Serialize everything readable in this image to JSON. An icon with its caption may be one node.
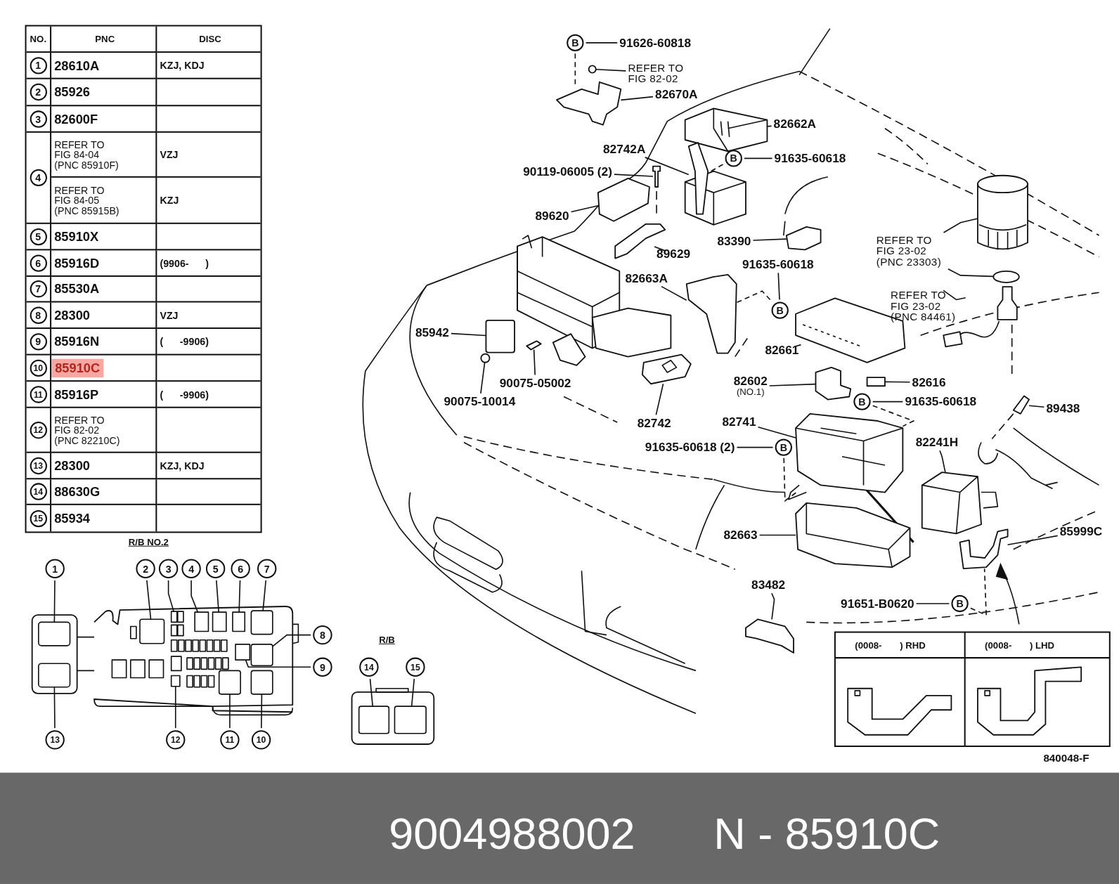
{
  "diagram": {
    "nodes": [
      {
        "text": [
          "B"
        ]
      },
      {
        "text": [
          "91626-60818"
        ]
      },
      {
        "text": [
          "REFER TO FIG 82-02"
        ]
      },
      {
        "text": [
          "82670A"
        ]
      },
      {
        "text": [
          "82662A"
        ]
      },
      {
        "text": [
          "82742A"
        ]
      },
      {
        "text": [
          "B"
        ]
      },
      {
        "text": [
          "91635-60618"
        ]
      },
      {
        "text": [
          "90119-06005 (2)"
        ]
      },
      {
        "text": [
          "89620"
        ]
      },
      {
        "text": [
          "89629"
        ]
      },
      {
        "text": [
          "83390"
        ]
      },
      {
        "text": [
          "REFER TO FIG 23-02 (PNC 23303)"
        ]
      },
      {
        "text": [
          "91635-60618"
        ]
      },
      {
        "text": [
          "B"
        ]
      },
      {
        "text": [
          "82663A"
        ]
      },
      {
        "text": [
          "REFER TO FIG 23-02 (PNC 84461)"
        ]
      },
      {
        "text": [
          "85942"
        ]
      },
      {
        "text": [
          "82661"
        ]
      },
      {
        "text": [
          "90075-05002"
        ]
      },
      {
        "text": [
          "90075-10014"
        ]
      },
      {
        "text": [
          "82742"
        ]
      },
      {
        "text": [
          "82602",
          "(NO.1)"
        ]
      },
      {
        "text": [
          "82616"
        ]
      },
      {
        "text": [
          "B"
        ]
      },
      {
        "text": [
          "91635-60618"
        ]
      },
      {
        "text": [
          "89438"
        ]
      },
      {
        "text": [
          "82741"
        ]
      },
      {
        "text": [
          "91635-60618 (2)"
        ]
      },
      {
        "text": [
          "B"
        ]
      },
      {
        "text": [
          "82241H"
        ]
      },
      {
        "text": [
          "82663"
        ]
      },
      {
        "text": [
          "85999C"
        ]
      },
      {
        "text": [
          "83482"
        ]
      },
      {
        "text": [
          "91651-B0620"
        ]
      },
      {
        "text": [
          "B"
        ]
      },
      {
        "text": [
          "1"
        ]
      },
      {
        "text": [
          "2"
        ]
      },
      {
        "text": [
          "3"
        ]
      },
      {
        "text": [
          "4"
        ]
      },
      {
        "text": [
          "5"
        ]
      },
      {
        "text": [
          "6"
        ]
      },
      {
        "text": [
          "7"
        ]
      },
      {
        "text": [
          "8"
        ]
      },
      {
        "text": [
          "9"
        ]
      },
      {
        "text": [
          "14"
        ]
      },
      {
        "text": [
          "15"
        ]
      },
      {
        "text": [
          "13"
        ]
      },
      {
        "text": [
          "12"
        ]
      },
      {
        "text": [
          "11"
        ]
      },
      {
        "text": [
          "10"
        ]
      },
      {
        "text": [],
        "shape": "circle"
      },
      {
        "text": [],
        "shape": "picture"
      },
      {
        "text": [],
        "shape": "picture"
      },
      {
        "text": [],
        "shape": "picture"
      },
      {
        "text": [],
        "shape": "picture"
      },
      {
        "text": [],
        "shape": "picture"
      },
      {
        "text": [],
        "shape": "picture"
      },
      {
        "text": [],
        "shape": "picture"
      },
      {
        "text": [],
        "shape": "picture"
      },
      {
        "text": [],
        "shape": "circle"
      },
      {
        "text": [],
        "shape": "picture"
      },
      {
        "text": [],
        "shape": "picture"
      },
      {
        "text": [],
        "shape": "box"
      },
      {
        "text": [],
        "shape": "picture"
      },
      {
        "text": [],
        "shape": "picture"
      },
      {
        "text": [],
        "shape": "circle"
      },
      {
        "text": [],
        "shape": "picture"
      },
      {
        "text": [],
        "shape": "picture"
      },
      {
        "text": [],
        "shape": "box"
      },
      {
        "text": [],
        "shape": "picture"
      },
      {
        "text": [],
        "shape": "picture"
      },
      {
        "text": [],
        "shape": "picture"
      },
      {
        "text": [],
        "shape": "picture"
      },
      {
        "text": [],
        "shape": "picture"
      },
      {
        "text": [],
        "shape": "picture"
      },
      {
        "text": [],
        "shape": "box"
      },
      {
        "text": [],
        "shape": "box"
      },
      {
        "text": [],
        "shape": "picture"
      },
      {
        "text": [],
        "shape": "box"
      },
      {
        "text": [],
        "shape": "box"
      },
      {
        "text": [],
        "shape": "box"
      },
      {
        "text": [],
        "shape": "box"
      },
      {
        "text": [],
        "shape": "box"
      },
      {
        "text": [],
        "shape": "box"
      },
      {
        "text": [],
        "shape": "box"
      },
      {
        "text": [],
        "shape": "box"
      },
      {
        "text": [],
        "shape": "box"
      },
      {
        "text": [],
        "shape": "box"
      },
      {
        "text": [],
        "shape": "box"
      },
      {
        "text": [],
        "shape": "box"
      },
      {
        "text": [],
        "shape": "picture"
      },
      {
        "text": [],
        "shape": "picture"
      }
    ],
    "edges": [
      {
        "from": 0,
        "to": 1,
        "arrow": "none"
      },
      {
        "from": 0,
        "to": 52,
        "arrow": "none",
        "style": "dashed"
      },
      {
        "from": 2,
        "to": 51,
        "arrow": "none"
      },
      {
        "from": 3,
        "to": 52,
        "arrow": "none"
      },
      {
        "from": 4,
        "to": 53,
        "arrow": "none"
      },
      {
        "from": 5,
        "to": 54,
        "arrow": "none"
      },
      {
        "from": 6,
        "to": 7,
        "arrow": "none"
      },
      {
        "from": 6,
        "to": 54,
        "arrow": "none",
        "style": "dashed"
      },
      {
        "from": 8,
        "to": 55,
        "arrow": "none"
      },
      {
        "from": 9,
        "to": 56,
        "arrow": "none"
      },
      {
        "from": 10,
        "to": 57,
        "arrow": "none"
      },
      {
        "from": 11,
        "to": 58,
        "arrow": "none"
      },
      {
        "from": 12,
        "to": 59,
        "arrow": "none"
      },
      {
        "from": 12,
        "to": 60,
        "arrow": "none"
      },
      {
        "from": 13,
        "to": 14,
        "arrow": "none"
      },
      {
        "from": 14,
        "to": 61,
        "arrow": "none",
        "style": "dashed"
      },
      {
        "from": 15,
        "to": 61,
        "arrow": "none"
      },
      {
        "from": 16,
        "to": 62,
        "arrow": "none"
      },
      {
        "from": 17,
        "to": 63,
        "arrow": "none"
      },
      {
        "from": 18,
        "to": 64,
        "arrow": "none"
      },
      {
        "from": 19,
        "to": 65,
        "arrow": "none"
      },
      {
        "from": 20,
        "to": 66,
        "arrow": "none"
      },
      {
        "from": 21,
        "to": 67,
        "arrow": "none"
      },
      {
        "from": 22,
        "to": 68,
        "arrow": "none"
      },
      {
        "from": 23,
        "to": 69,
        "arrow": "none"
      },
      {
        "from": 24,
        "to": 25,
        "arrow": "none"
      },
      {
        "from": 24,
        "to": 71,
        "arrow": "none",
        "style": "dashed"
      },
      {
        "from": 26,
        "to": 70,
        "arrow": "none"
      },
      {
        "from": 27,
        "to": 71,
        "arrow": "none"
      },
      {
        "from": 28,
        "to": 29,
        "arrow": "none"
      },
      {
        "from": 29,
        "to": 71,
        "arrow": "none",
        "style": "dashed"
      },
      {
        "from": 30,
        "to": 72,
        "arrow": "none"
      },
      {
        "from": 31,
        "to": 73,
        "arrow": "none"
      },
      {
        "from": 32,
        "to": 74,
        "arrow": "none"
      },
      {
        "from": 33,
        "to": 75,
        "arrow": "none"
      },
      {
        "from": 34,
        "to": 35,
        "arrow": "none"
      },
      {
        "from": 35,
        "to": 74,
        "arrow": "none",
        "style": "dashed"
      },
      {
        "from": 36,
        "to": 76,
        "arrow": "none"
      },
      {
        "from": 37,
        "to": 77,
        "arrow": "none"
      },
      {
        "from": 38,
        "to": 78,
        "arrow": "none"
      },
      {
        "from": 39,
        "to": 79,
        "arrow": "none"
      },
      {
        "from": 40,
        "to": 80,
        "arrow": "none"
      },
      {
        "from": 41,
        "to": 81,
        "arrow": "none"
      },
      {
        "from": 42,
        "to": 82,
        "arrow": "none"
      },
      {
        "from": 43,
        "to": 83,
        "arrow": "none"
      },
      {
        "from": 44,
        "to": 84,
        "arrow": "none"
      },
      {
        "from": 45,
        "to": 85,
        "arrow": "none"
      },
      {
        "from": 46,
        "to": 86,
        "arrow": "none"
      },
      {
        "from": 47,
        "to": 87,
        "arrow": "none"
      },
      {
        "from": 48,
        "to": 88,
        "arrow": "none"
      },
      {
        "from": 49,
        "to": 89,
        "arrow": "none"
      },
      {
        "from": 50,
        "to": 90,
        "arrow": "none"
      }
    ],
    "labels": [
      "NO.",
      "PNC",
      "DISC",
      "1",
      "28610A",
      "KZJ, KDJ",
      "2",
      "85926",
      "3",
      "82600F",
      "4",
      "REFER TO FIG 84-04 (PNC 85910F)",
      "VZJ",
      "REFER TO FIG 84-05 (PNC 85915B)",
      "KZJ",
      "5",
      "85910X",
      "6",
      "85916D",
      "(9906-      )",
      "7",
      "85530A",
      "8",
      "28300",
      "VZJ",
      "9",
      "85916N",
      "(      -9906)",
      "10",
      "85910C",
      "11",
      "85916P",
      "(      -9906)",
      "12",
      "REFER TO FIG 82-02 (PNC 82210C)",
      "13",
      "28300",
      "KZJ, KDJ",
      "14",
      "88630G",
      "15",
      "85934",
      "R/B NO.2",
      "R/B",
      "(0008-       ) RHD",
      "(0008-       ) LHD",
      "840048-F",
      "9004988002",
      "N - 85910C"
    ]
  }
}
